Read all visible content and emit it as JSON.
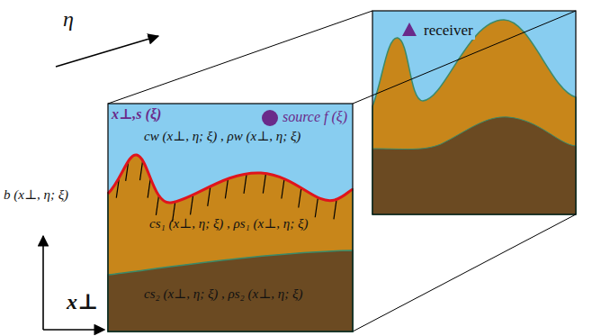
{
  "diagram": {
    "labels": [
      "η",
      "receiver",
      "x⊥,s (ξ)",
      "source f (ξ)",
      "cw (x⊥, η; ξ) , ρw (x⊥, η; ξ)",
      "cs₁ (x⊥, η; ξ) , ρs₁ (x⊥, η; ξ)",
      "cs₂ (x⊥, η; ξ) , ρs₂ (x⊥, η; ξ)",
      "b (x⊥, η; ξ)",
      "x⊥"
    ]
  }
}
